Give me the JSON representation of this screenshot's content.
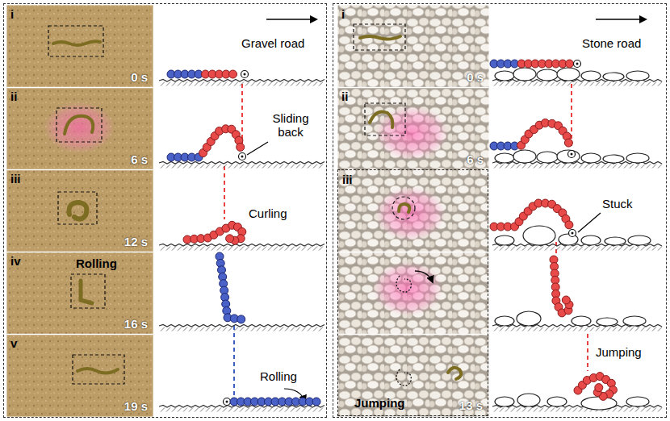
{
  "diagram": {
    "nodes": [
      {
        "text": [
          "Gravel road"
        ]
      },
      {
        "text": [
          "i",
          "0 s"
        ],
        "in": 0
      },
      {
        "text": [
          "ii",
          "6 s"
        ],
        "in": 0
      },
      {
        "text": [
          "iii",
          "12 s"
        ],
        "in": 0
      },
      {
        "text": [
          "iv",
          "Rolling",
          "16 s"
        ],
        "in": 0
      },
      {
        "text": [
          "v",
          "19 s"
        ],
        "in": 0
      },
      {
        "text": [
          "Stone road"
        ]
      },
      {
        "text": [
          "i",
          "0 s"
        ],
        "in": 6
      },
      {
        "text": [
          "ii",
          "6 s"
        ],
        "in": 6
      },
      {
        "text": [
          "iii",
          "Jumping",
          "13 s"
        ],
        "in": 6
      }
    ],
    "labels": [
      "Sliding back",
      "Curling",
      "Rolling",
      "Stuck",
      "Jumping"
    ]
  }
}
